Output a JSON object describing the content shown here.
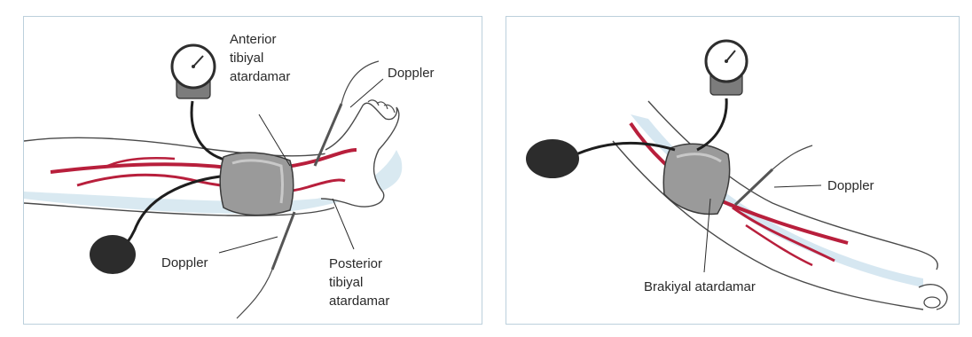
{
  "left_panel": {
    "anterior_label": [
      "Anterior",
      "tibiyal",
      "atardamar"
    ],
    "posterior_label": [
      "Posterior",
      "tibiyal",
      "atardamar"
    ],
    "doppler_top": "Doppler",
    "doppler_bottom": "Doppler"
  },
  "right_panel": {
    "doppler": "Doppler",
    "brachial_label": "Brakiyal atardamar"
  },
  "colors": {
    "artery": "#b81f3c",
    "skin_shadow": "#cfe3ee",
    "outline": "#4a4a4a",
    "cuff": "#9a9a9a",
    "bulb": "#2c2c2c",
    "border": "#bcd0dc"
  }
}
